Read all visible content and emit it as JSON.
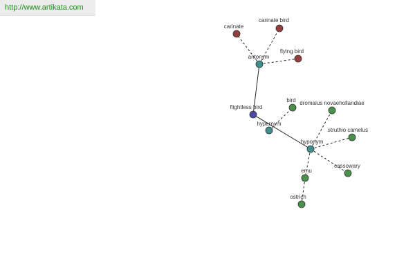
{
  "header": {
    "url": "http://www.artikata.com"
  },
  "colors": {
    "root": "#4a4aa6",
    "relation": "#3f8f8f",
    "antonym_term": "#943e3e",
    "hyponym_term": "#4a8f4a"
  },
  "nodes": [
    {
      "id": "flightless-bird",
      "label": "flightless bird",
      "kind": "root"
    },
    {
      "id": "antonym",
      "label": "antonym",
      "kind": "relation"
    },
    {
      "id": "hypernym",
      "label": "hypernym",
      "kind": "relation"
    },
    {
      "id": "hyponym",
      "label": "hyponym",
      "kind": "relation"
    },
    {
      "id": "carinate",
      "label": "carinate",
      "kind": "antonym_term"
    },
    {
      "id": "carinate-bird",
      "label": "carinate bird",
      "kind": "antonym_term"
    },
    {
      "id": "flying-bird",
      "label": "flying bird",
      "kind": "antonym_term"
    },
    {
      "id": "bird",
      "label": "bird",
      "kind": "hyponym_term"
    },
    {
      "id": "dromaius-novaehollandiae",
      "label": "dromaius novaehollandiae",
      "kind": "hyponym_term"
    },
    {
      "id": "struthio-camelus",
      "label": "struthio camelus",
      "kind": "hyponym_term"
    },
    {
      "id": "cassowary",
      "label": "cassowary",
      "kind": "hyponym_term"
    },
    {
      "id": "emu",
      "label": "emu",
      "kind": "hyponym_term"
    },
    {
      "id": "ostrich",
      "label": "ostrich",
      "kind": "hyponym_term"
    }
  ],
  "edges": [
    {
      "from": "flightless-bird",
      "to": "antonym",
      "style": "solid"
    },
    {
      "from": "flightless-bird",
      "to": "hyponym",
      "style": "solid"
    },
    {
      "from": "antonym",
      "to": "carinate",
      "style": "dashed"
    },
    {
      "from": "antonym",
      "to": "carinate-bird",
      "style": "dashed"
    },
    {
      "from": "antonym",
      "to": "flying-bird",
      "style": "dashed"
    },
    {
      "from": "hypernym",
      "to": "bird",
      "style": "dashed"
    },
    {
      "from": "hyponym",
      "to": "dromaius-novaehollandiae",
      "style": "dashed"
    },
    {
      "from": "hyponym",
      "to": "struthio-camelus",
      "style": "dashed"
    },
    {
      "from": "hyponym",
      "to": "cassowary",
      "style": "dashed"
    },
    {
      "from": "hyponym",
      "to": "emu",
      "style": "dashed"
    },
    {
      "from": "emu",
      "to": "ostrich",
      "style": "dashed"
    }
  ]
}
